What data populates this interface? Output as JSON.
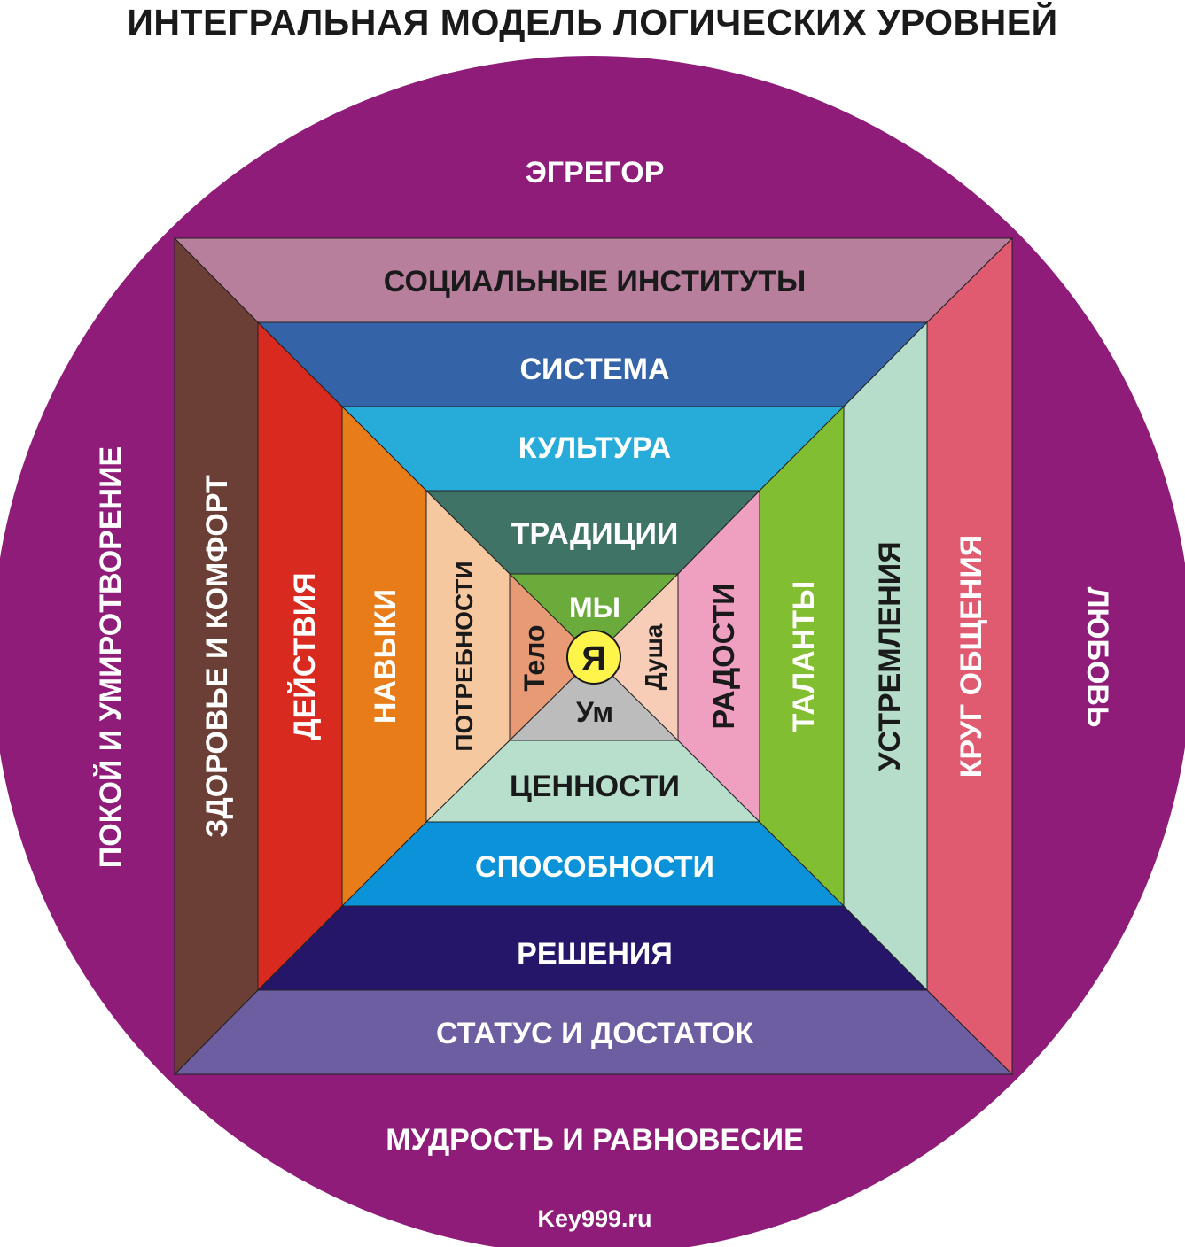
{
  "title": "ИНТЕГРАЛЬНАЯ МОДЕЛЬ ЛОГИЧЕСКИХ УРОВНЕЙ",
  "outer_circle": {
    "top": "ЭГРЕГОР",
    "bottom": "МУДРОСТЬ И РАВНОВЕСИЕ",
    "left": "ПОКОЙ И УМИРОТВОРЕНИЕ",
    "right": "ЛЮБОВЬ",
    "color": "#8e1c78"
  },
  "levels": [
    {
      "top": "СОЦИАЛЬНЫЕ ИНСТИТУТЫ",
      "bottom": "СТАТУС И ДОСТАТОК",
      "left": "ЗДОРОВЬЕ И КОМФОРТ",
      "right": "КРУГ ОБЩЕНИЯ",
      "colors": {
        "top": "#b87f9c",
        "bottom": "#6d5da1",
        "left": "#6b3f36",
        "right": "#e05a70"
      }
    },
    {
      "top": "СИСТЕМА",
      "bottom": "РЕШЕНИЯ",
      "left": "ДЕЙСТВИЯ",
      "right": "УСТРЕМЛЕНИЯ",
      "colors": {
        "top": "#3463a8",
        "bottom": "#25166a",
        "left": "#d92a20",
        "right": "#b5ddc9"
      }
    },
    {
      "top": "КУЛЬТУРА",
      "bottom": "СПОСОБНОСТИ",
      "left": "НАВЫКИ",
      "right": "ТАЛАНТЫ",
      "colors": {
        "top": "#27acd9",
        "bottom": "#0b92d8",
        "left": "#e87c18",
        "right": "#82be32"
      }
    },
    {
      "top": "ТРАДИЦИИ",
      "bottom": "ЦЕННОСТИ",
      "left": "ПОТРЕБНОСТИ",
      "right": "РАДОСТИ",
      "colors": {
        "top": "#3f7366",
        "bottom": "#b7dfcc",
        "left": "#f6c8a0",
        "right": "#ef9fc0"
      }
    },
    {
      "top": "МЫ",
      "bottom": "Ум",
      "left": "Тело",
      "right": "Душа",
      "colors": {
        "top": "#6aab3c",
        "bottom": "#bdbcbd",
        "left": "#e89a74",
        "right": "#f7cdb8"
      }
    }
  ],
  "center": {
    "label": "Я",
    "color": "#fff44a"
  },
  "site": "Key999.ru"
}
